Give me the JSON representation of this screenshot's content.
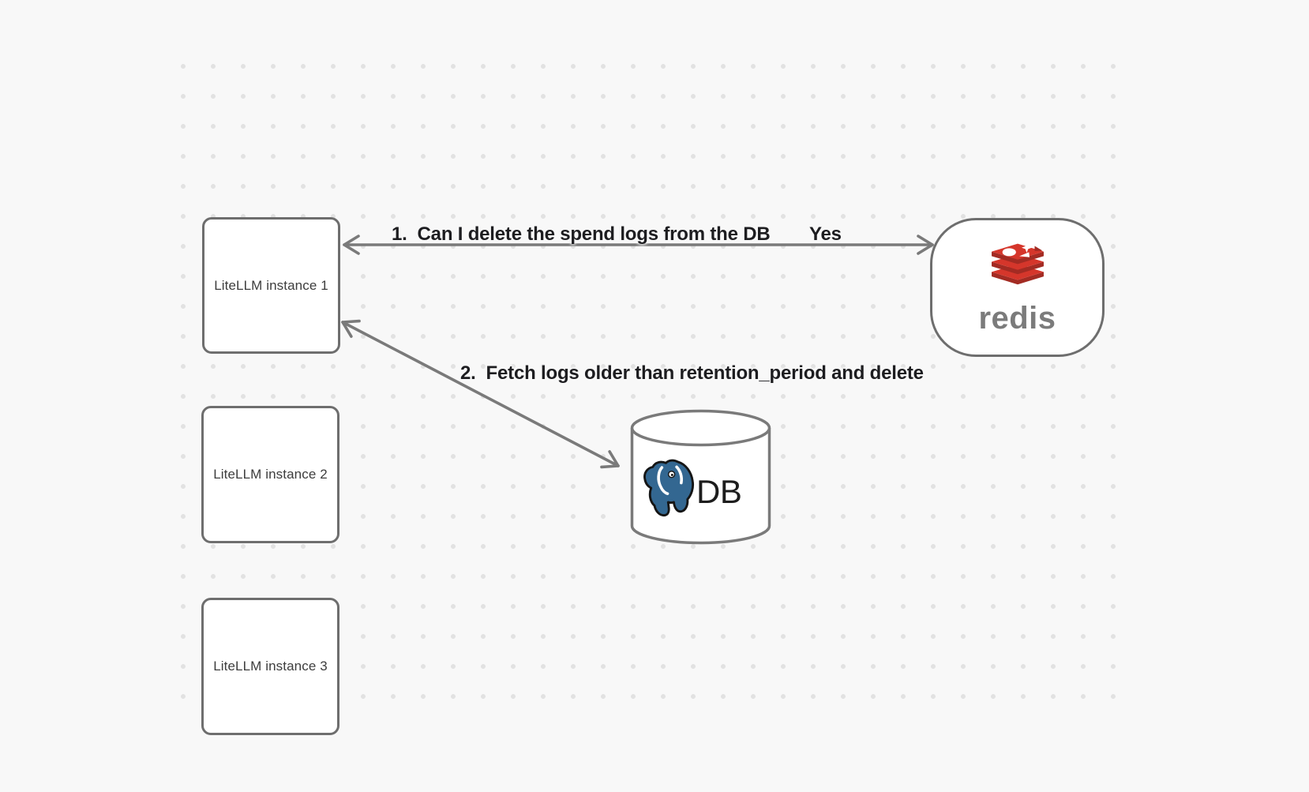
{
  "canvas": {
    "bg": "#f8f8f8",
    "dot_color": "#e2e2e2"
  },
  "nodes": {
    "instances": [
      {
        "label": "LiteLLM instance 1"
      },
      {
        "label": "LiteLLM instance 2"
      },
      {
        "label": "LiteLLM instance 3"
      }
    ],
    "redis": {
      "wordmark": "redis",
      "icon": "redis-logo-icon"
    },
    "database": {
      "label": "DB",
      "icon": "postgresql-elephant-icon"
    }
  },
  "annotations": {
    "step1": "1.  Can I delete the spend logs from the DB",
    "step1_answer": "Yes",
    "step2": "2.  Fetch logs older than retention_period and delete"
  },
  "edges": [
    {
      "name": "litellm-redis",
      "heads": "both"
    },
    {
      "name": "litellm-db",
      "heads": "both"
    }
  ],
  "colors": {
    "bg": "#f8f8f8",
    "dot_color": "#e2e2e2",
    "node_border": "#6e6e6e",
    "node_text": "#3d3d3d",
    "arrow": "#7a7a7a",
    "label_text": "#1d1d20",
    "db_text": "#1d1d1d",
    "redis_red": "#d5362b",
    "redis_dark_red": "#a32b23",
    "redis_wordmark_gray": "#7b7b7b",
    "postgres_blue": "#336791"
  }
}
